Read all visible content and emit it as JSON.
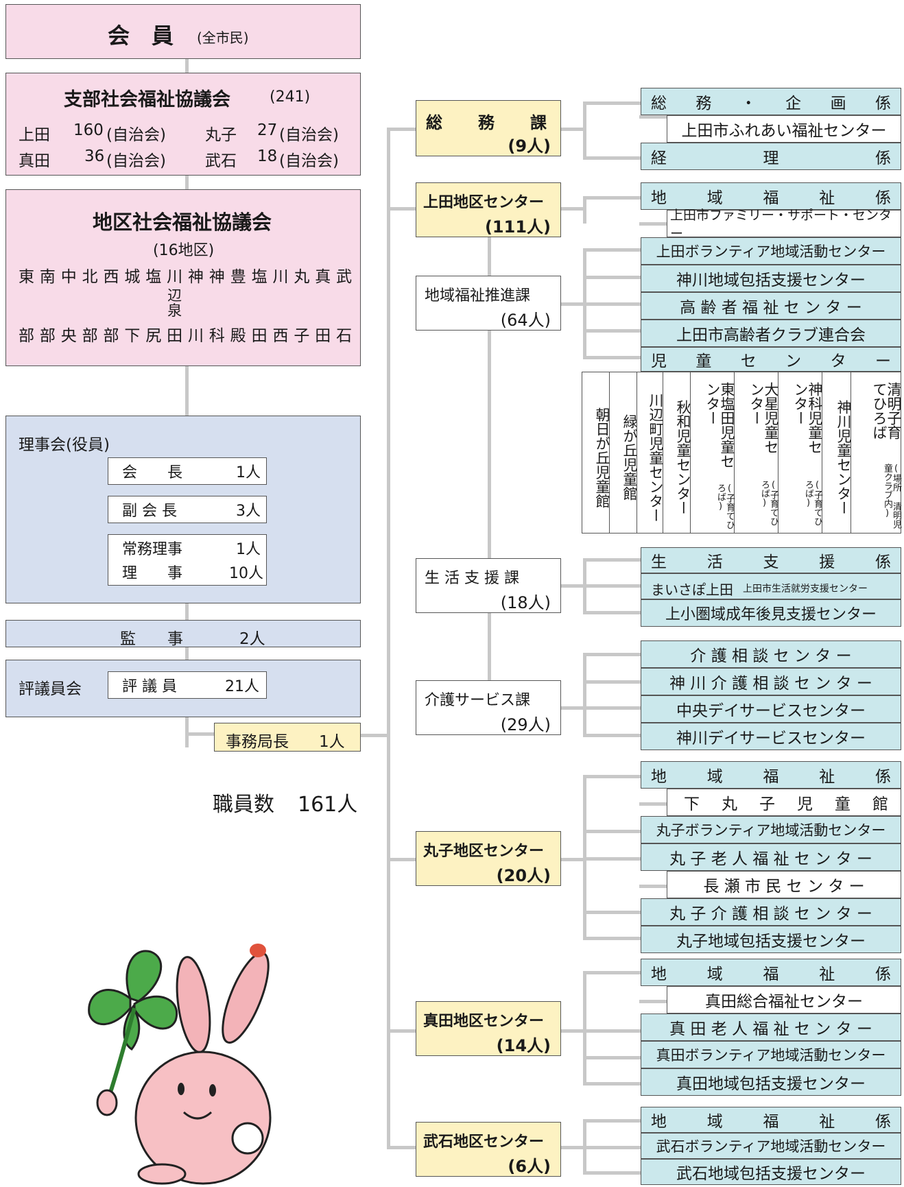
{
  "members": {
    "title": "会　員",
    "note": "(全市民)"
  },
  "branch_council": {
    "title": "支部社会福祉協議会",
    "count": "(241)",
    "rows": [
      {
        "area": "上田",
        "num": "160",
        "unit": "(自治会)"
      },
      {
        "area": "丸子",
        "num": "27",
        "unit": "(自治会)"
      },
      {
        "area": "真田",
        "num": "36",
        "unit": "(自治会)"
      },
      {
        "area": "武石",
        "num": "18",
        "unit": "(自治会)"
      }
    ]
  },
  "district_council": {
    "title": "地区社会福祉協議会",
    "count": "(16地区)",
    "districts_top": [
      "東",
      "南",
      "中",
      "北",
      "西",
      "城",
      "塩",
      "川",
      "神",
      "神",
      "豊",
      "塩",
      "川",
      "丸",
      "真",
      "武"
    ],
    "districts_mid": [
      "",
      "",
      "",
      "",
      "",
      "",
      "",
      "辺",
      "",
      "",
      "",
      "",
      "",
      "",
      "",
      ""
    ],
    "districts_mid2": [
      "",
      "",
      "",
      "",
      "",
      "",
      "",
      "泉",
      "",
      "",
      "",
      "",
      "",
      "",
      "",
      ""
    ],
    "districts_bot": [
      "部",
      "部",
      "央",
      "部",
      "部",
      "下",
      "尻",
      "田",
      "川",
      "科",
      "殿",
      "田",
      "西",
      "子",
      "田",
      "石"
    ]
  },
  "board": {
    "title": "理事会(役員)",
    "members": [
      {
        "role": "会　　長",
        "num": "1人"
      },
      {
        "role": "副 会 長",
        "num": "3人"
      },
      {
        "role": "常務理事",
        "num": "1人"
      },
      {
        "role": "理　　事",
        "num": "10人"
      }
    ]
  },
  "auditor": {
    "role": "監　　事",
    "num": "2人"
  },
  "councillors": {
    "title": "評議員会",
    "role": "評 議 員",
    "num": "21人"
  },
  "secretary_general": {
    "role": "事務局長",
    "num": "1人"
  },
  "staff_total": {
    "label": "職員数",
    "num": "161人"
  },
  "sections": {
    "soumu": {
      "name": "総　務　課",
      "count": "(9人)"
    },
    "ueda_center": {
      "name": "上田地区センター",
      "count": "(111人)"
    },
    "chiiki": {
      "name": "地域福祉推進課",
      "count": "(64人)"
    },
    "seikatsu": {
      "name": "生 活 支 援 課",
      "count": "(18人)"
    },
    "kaigo": {
      "name": "介護サービス課",
      "count": "(29人)"
    },
    "maruko": {
      "name": "丸子地区センター",
      "count": "(20人)"
    },
    "sanada": {
      "name": "真田地区センター",
      "count": "(14人)"
    },
    "takeshi": {
      "name": "武石地区センター",
      "count": "(6人)"
    }
  },
  "units": {
    "soumu_1": [
      "総",
      "務",
      "・",
      "企",
      "画",
      "係"
    ],
    "soumu_2": "上田市ふれあい福祉センター",
    "soumu_3": [
      "経",
      "理",
      "係"
    ],
    "ueda_1": [
      "地",
      "域",
      "福",
      "祉",
      "係"
    ],
    "ueda_2": "上田市ファミリー・サポート・センター",
    "chiiki_1": "上田ボランティア地域活動センター",
    "chiiki_2": "神川地域包括支援センター",
    "chiiki_3": "高 齢 者 福 祉 セ ン タ ー",
    "chiiki_4": "上田市高齢者クラブ連合会",
    "chiiki_5": [
      "児",
      "童",
      "セ",
      "ン",
      "タ",
      "ー"
    ],
    "children_centers": [
      {
        "name": "朝日が丘児童館",
        "sub": ""
      },
      {
        "name": "緑が丘児童館",
        "sub": ""
      },
      {
        "name": "川辺町児童センター",
        "sub": ""
      },
      {
        "name": "秋和児童センター",
        "sub": ""
      },
      {
        "name": "東塩田児童センター",
        "sub": "(子育てひろば)"
      },
      {
        "name": "大星児童センター",
        "sub": "(子育てひろば)"
      },
      {
        "name": "神科児童センター",
        "sub": "(子育てひろば)"
      },
      {
        "name": "神川児童センター",
        "sub": ""
      },
      {
        "name": "清明子育てひろば",
        "sub": "(場所 清明児童クラブ内)"
      }
    ],
    "seikatsu_1": [
      "生",
      "活",
      "支",
      "援",
      "係"
    ],
    "seikatsu_2": "まいさぽ上田",
    "seikatsu_2_sub": "上田市生活就労支援センター",
    "seikatsu_3": "上小圏域成年後見支援センター",
    "kaigo_1": "介 護 相 談 セ ン タ ー",
    "kaigo_2": "神 川 介 護 相 談 セ ン タ ー",
    "kaigo_3": "中央デイサービスセンター",
    "kaigo_4": "神川デイサービスセンター",
    "maruko_1": [
      "地",
      "域",
      "福",
      "祉",
      "係"
    ],
    "maruko_2": [
      "下",
      "丸",
      "子",
      "児",
      "童",
      "館"
    ],
    "maruko_3": "丸子ボランティア地域活動センター",
    "maruko_4": "丸 子 老 人 福 祉 セ ン タ ー",
    "maruko_5": "長 瀬 市 民 セ ン タ ー",
    "maruko_6": "丸 子 介 護 相 談 セ ン タ ー",
    "maruko_7": "丸子地域包括支援センター",
    "sanada_1": [
      "地",
      "域",
      "福",
      "祉",
      "係"
    ],
    "sanada_2": "真田総合福祉センター",
    "sanada_3": "真 田 老 人 福 祉 セ ン タ ー",
    "sanada_4": "真田ボランティア地域活動センター",
    "sanada_5": "真田地域包括支援センター",
    "takeshi_1": [
      "地",
      "域",
      "福",
      "祉",
      "係"
    ],
    "takeshi_2": "武石ボランティア地域活動センター",
    "takeshi_3": "武石地域包括支援センター"
  }
}
